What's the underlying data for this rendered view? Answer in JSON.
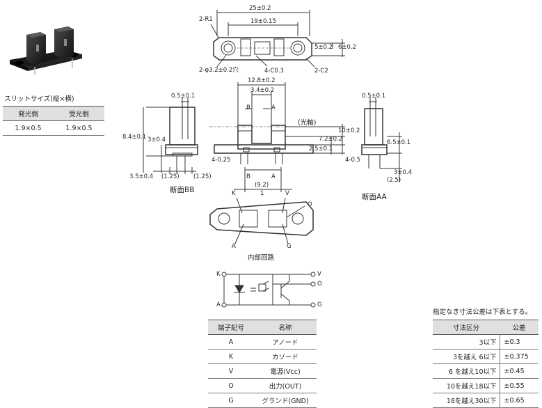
{
  "slit": {
    "title": "スリットサイズ(縦×横)",
    "headers": [
      "発光側",
      "受光側"
    ],
    "values": [
      "1.9×0.5",
      "1.9×0.5"
    ]
  },
  "top_view": {
    "dim_overall": "25±0.2",
    "dim_inner": "19±0.15",
    "r_label": "2-R1",
    "hole_label": "2-φ3.2±0.2穴",
    "chamfer_small": "4-C0.3",
    "chamfer_large": "2-C2",
    "dim_half_height": "5±0.2",
    "dim_height": "6±0.2"
  },
  "front_view": {
    "dim_width": "12.8±0.2",
    "dim_gap": "3.4±0.2",
    "section_b": "B",
    "section_a": "A",
    "optical_axis": "(光軸)",
    "dim_10": "10±0.2",
    "dim_72": "7.2±0.2",
    "dim_25": "2.5±0.1",
    "pin_label": "4-0.25",
    "dim_92": "(9.2)",
    "dim_1_label": "1"
  },
  "section_bb": {
    "dim_top": "0.5±0.1",
    "dim_84": "8.4±0.1",
    "dim_3": "3±0.4",
    "dim_35": "3.5±0.4",
    "dim_125a": "(1.25)",
    "dim_125b": "(1.25)",
    "caption": "断面BB"
  },
  "section_aa": {
    "dim_top": "0.5±0.1",
    "dim_65": "6.5±0.1",
    "pin_label": "4-0.5",
    "dim_3": "3±0.4",
    "dim_25": "(2.5)",
    "caption": "断面AA"
  },
  "bottom_view": {
    "k": "K",
    "v": "V",
    "o": "O",
    "a": "A",
    "g": "G",
    "caption": "内部回路"
  },
  "circuit": {
    "k": "K",
    "a": "A",
    "v": "V",
    "o": "O",
    "g": "G"
  },
  "terminals": {
    "headers": [
      "端子記号",
      "名称"
    ],
    "rows": [
      [
        "A",
        "アノード"
      ],
      [
        "K",
        "カソード"
      ],
      [
        "V",
        "電源(Vcc)"
      ],
      [
        "O",
        "出力(OUT)"
      ],
      [
        "G",
        "グランド(GND)"
      ]
    ]
  },
  "tolerance": {
    "note": "指定なき寸法公差は下表とする。",
    "headers": [
      "寸法区分",
      "公差"
    ],
    "rows": [
      [
        "3以下",
        "±0.3"
      ],
      [
        "3を越え 6以下",
        "±0.375"
      ],
      [
        "6 を越え10以下",
        "±0.45"
      ],
      [
        "10を越え18以下",
        "±0.55"
      ],
      [
        "18を越え30以下",
        "±0.65"
      ]
    ]
  }
}
